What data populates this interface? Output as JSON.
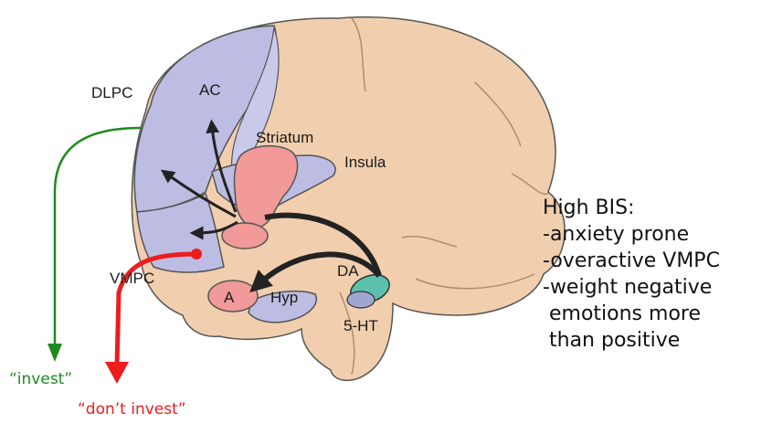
{
  "labels": {
    "dlpc": "DLPC",
    "ac": "AC",
    "striatum": "Striatum",
    "insula": "Insula",
    "vmpc": "VMPC",
    "da": "DA",
    "a": "A",
    "hyp": "Hyp",
    "ht5": "5-HT"
  },
  "outputs": {
    "invest": "“invest”",
    "dont_invest": "“don’t invest”"
  },
  "note": {
    "title": "High BIS:",
    "lines": [
      "-anxiety prone",
      "-overactive VMPC",
      "-weight negative",
      " emotions more",
      " than positive"
    ]
  },
  "colors": {
    "brain": "#f1cfae",
    "cortex": "#bdbde3",
    "striatum": "#f19a99",
    "outline": "#555555",
    "invest_arrow": "#1f8a1f",
    "dont_invest_arrow": "#ee1c1c"
  }
}
